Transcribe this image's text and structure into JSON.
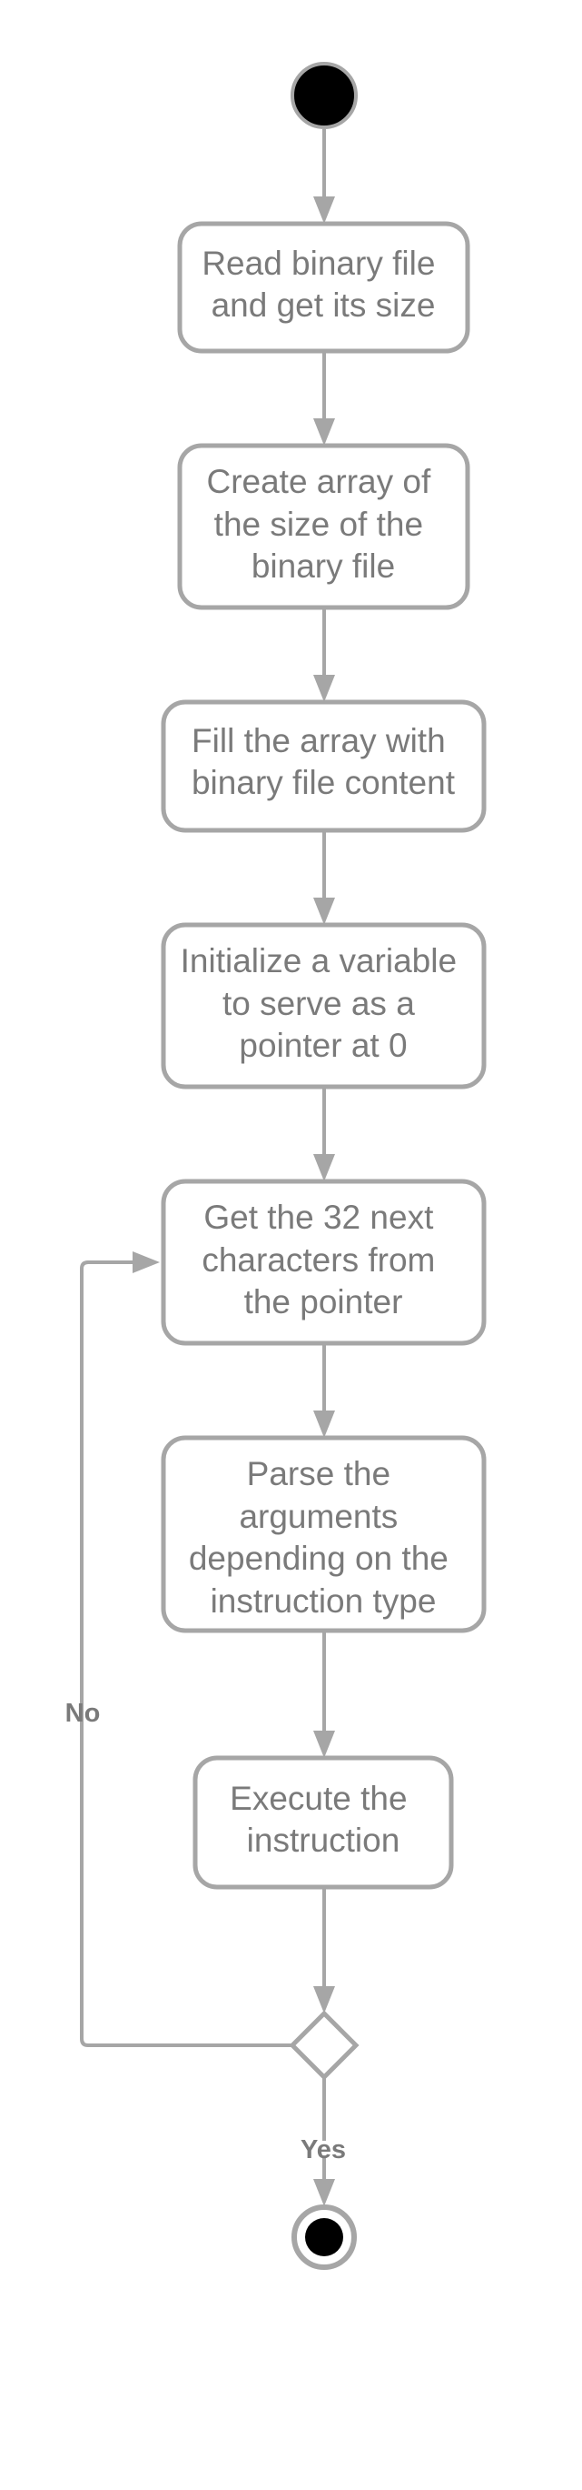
{
  "steps": [
    {
      "id": "read-binary-file",
      "lines": [
        "Read binary file",
        "and get its size"
      ]
    },
    {
      "id": "create-array",
      "lines": [
        "Create array of",
        "the size of the",
        "binary file"
      ]
    },
    {
      "id": "fill-array",
      "lines": [
        "Fill the array with",
        "binary file content"
      ]
    },
    {
      "id": "initialize-pointer",
      "lines": [
        "Initialize a variable",
        "to serve as a",
        "pointer at 0"
      ]
    },
    {
      "id": "get-next-characters",
      "lines": [
        "Get the 32 next",
        "characters from",
        "the pointer"
      ]
    },
    {
      "id": "parse-arguments",
      "lines": [
        "Parse the",
        "arguments",
        "depending on the",
        "instruction type"
      ]
    },
    {
      "id": "execute-instruction",
      "lines": [
        "Execute the",
        "instruction"
      ]
    }
  ],
  "edge_labels": {
    "loop_no": "No",
    "exit_yes": "Yes"
  },
  "colors": {
    "stroke": "#a6a6a6",
    "text": "#7a7a7a",
    "fill_dark": "#000000"
  }
}
